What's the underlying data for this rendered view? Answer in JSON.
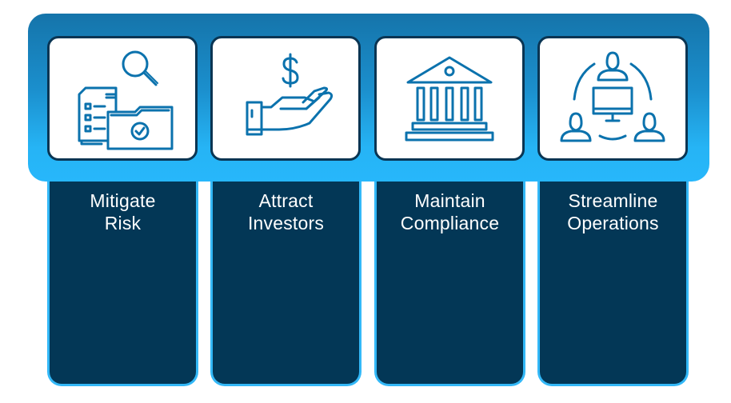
{
  "colors": {
    "banner_top": "#1574aa",
    "banner_bottom": "#27b7fb",
    "column_fill": "#033756",
    "column_border": "#33b8f7",
    "card_border": "#0a3553",
    "icon_stroke": "#0b72ad",
    "label_text": "#ffffff"
  },
  "items": [
    {
      "icon": "document-folder-search-icon",
      "label_line1": "Mitigate",
      "label_line2": "Risk"
    },
    {
      "icon": "hand-dollar-icon",
      "label_line1": "Attract",
      "label_line2": "Investors"
    },
    {
      "icon": "bank-building-icon",
      "label_line1": "Maintain",
      "label_line2": "Compliance"
    },
    {
      "icon": "team-computer-network-icon",
      "label_line1": "Streamline",
      "label_line2": "Operations"
    }
  ]
}
